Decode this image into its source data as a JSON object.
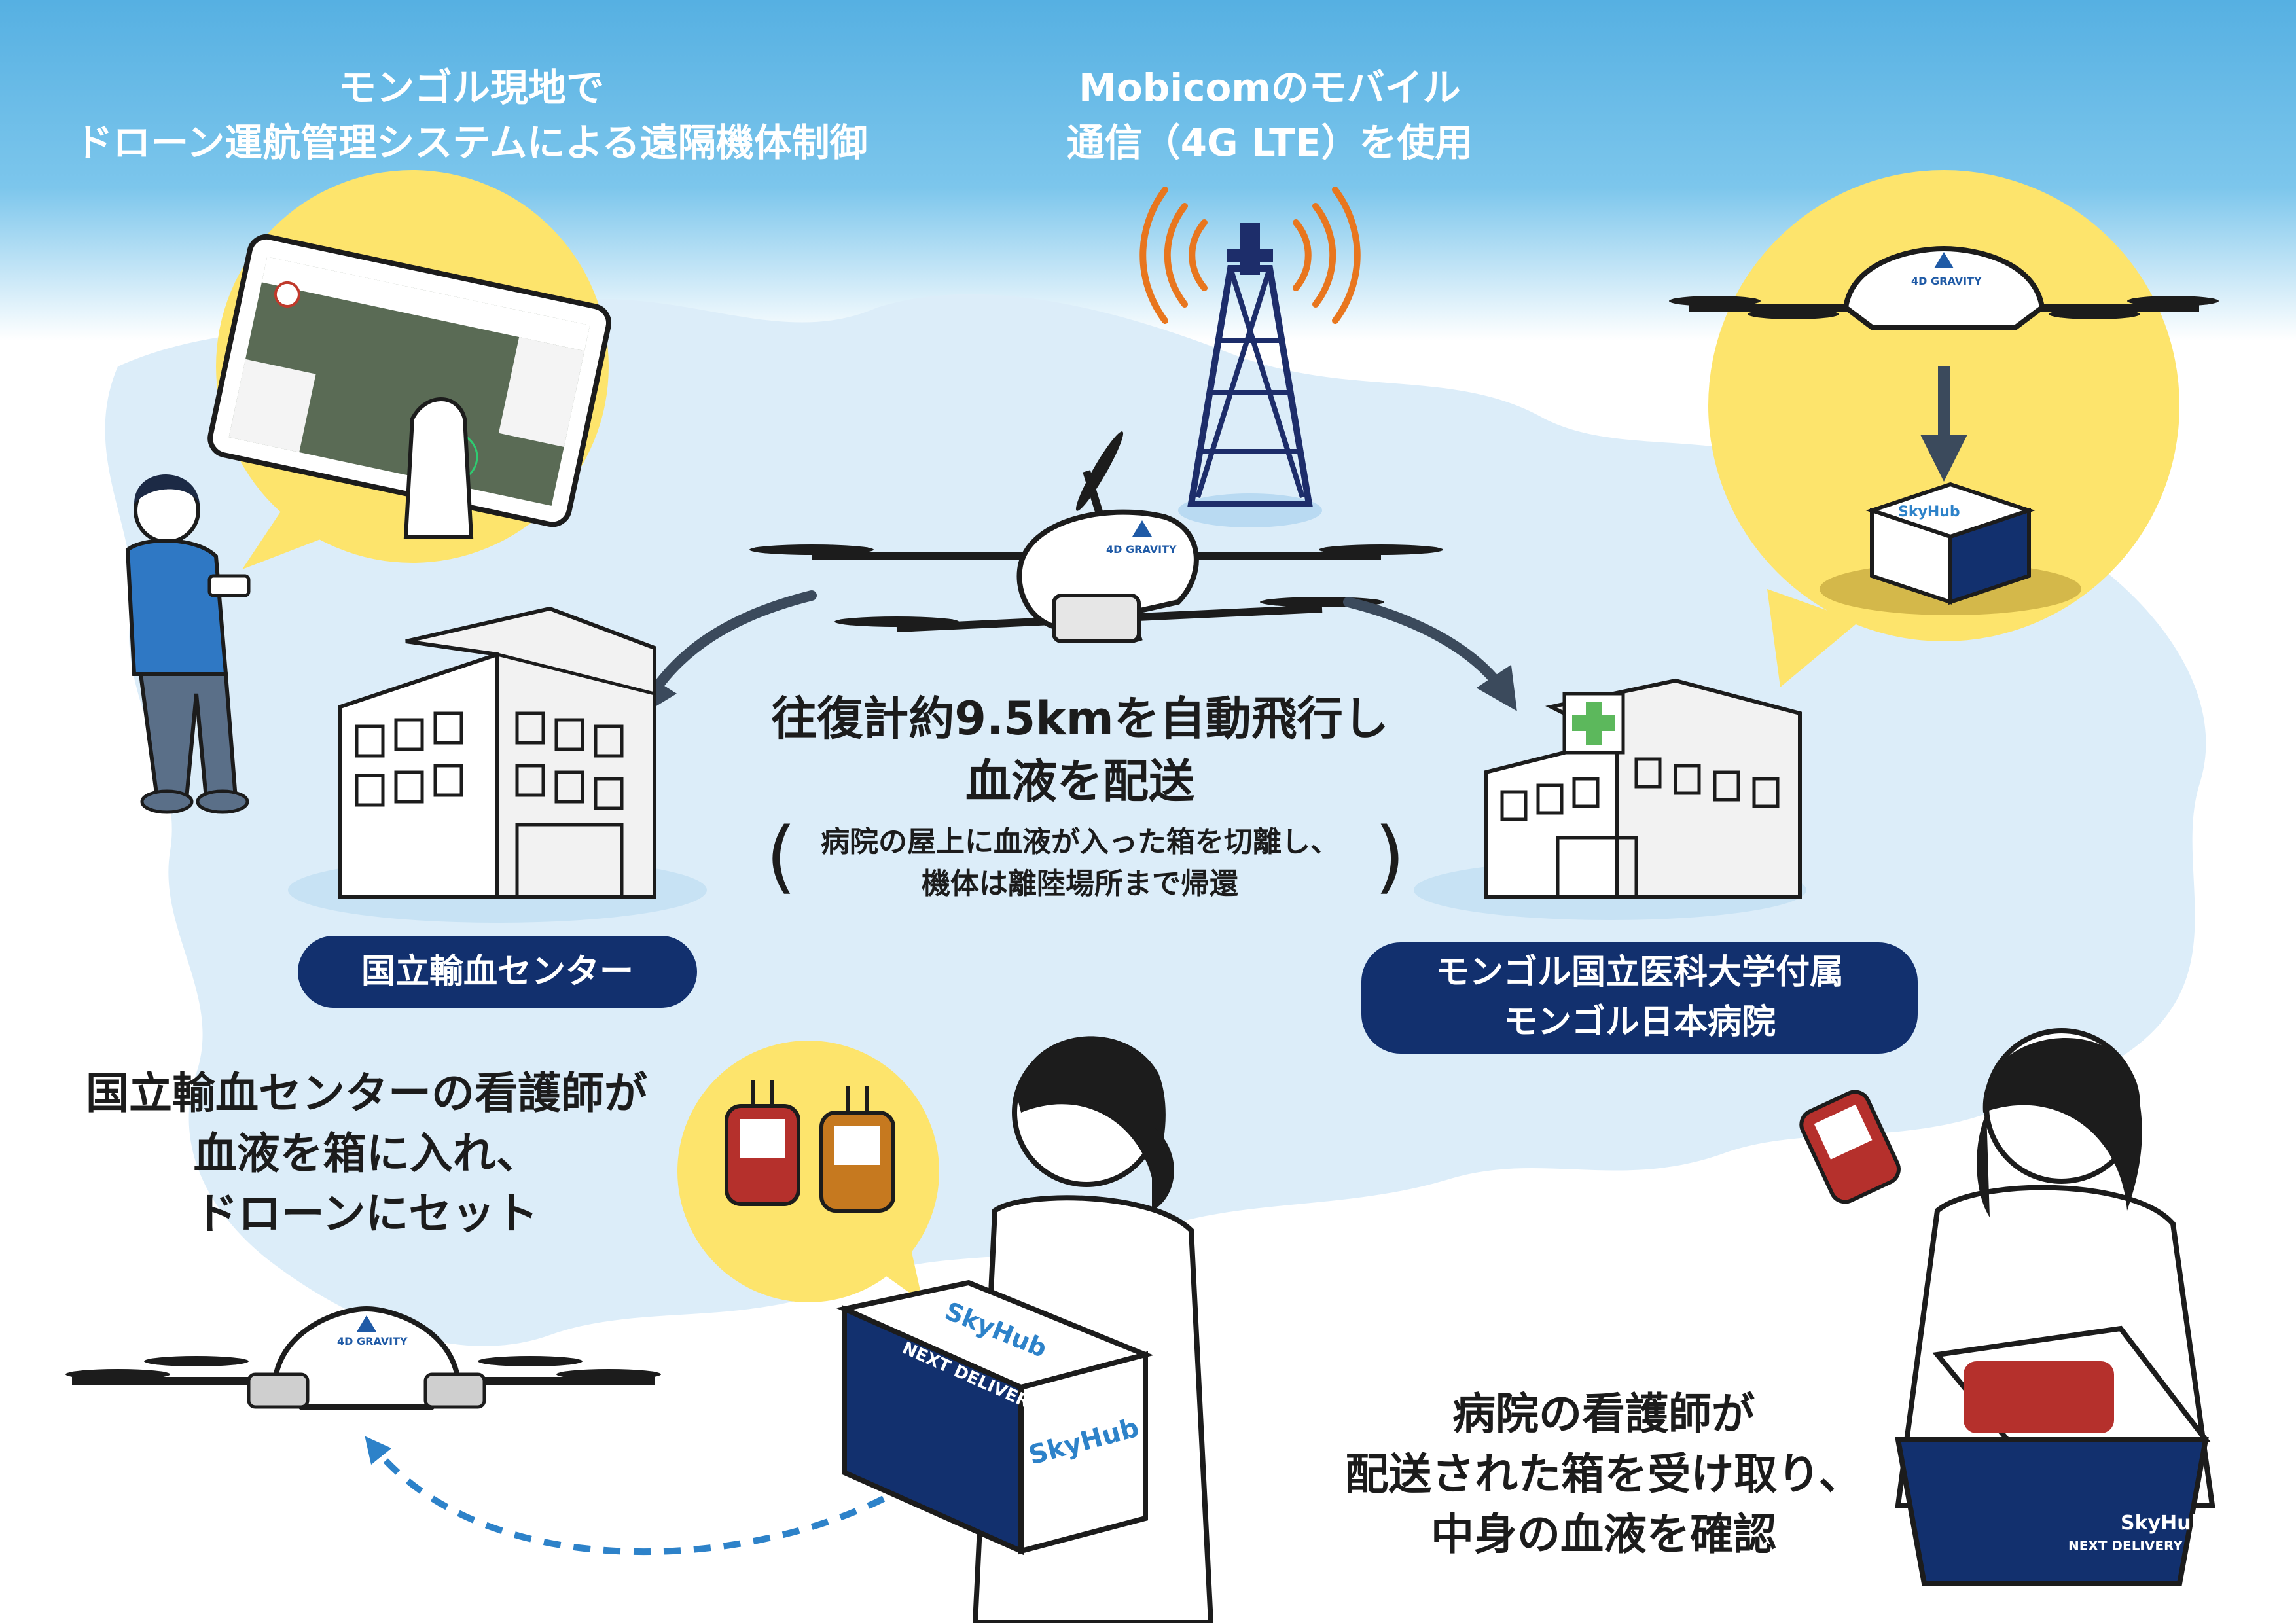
{
  "top_left_caption": {
    "line1": "モンゴル現地で",
    "line2": "ドローン運航管理システムによる遠隔機体制御"
  },
  "top_center_caption": {
    "line1": "Mobicomのモバイル",
    "line2": "通信（4G LTE）を使用"
  },
  "flight_caption": {
    "line1": "往復計約9.5kmを自動飛行し",
    "line2": "血液を配送"
  },
  "flight_note": {
    "line1": "病院の屋上に血液が入った箱を切離し、",
    "line2": "機体は離陸場所まで帰還"
  },
  "left_facility": {
    "label": "国立輸血センター"
  },
  "right_facility": {
    "line1": "モンゴル国立医科大学付属",
    "line2": "モンゴル日本病院"
  },
  "left_nurse_caption": {
    "line1": "国立輸血センターの看護師が",
    "line2": "血液を箱に入れ、",
    "line3": "ドローンにセット"
  },
  "right_nurse_caption": {
    "line1": "病院の看護師が",
    "line2": "配送された箱を受け取り、",
    "line3": "中身の血液を確認"
  },
  "drone_brand": "4D GRAVITY",
  "box_brand": {
    "logo": "SkyHub",
    "tagline": "NEXT DELIVERY"
  },
  "colors": {
    "sky": "#5ab4e3",
    "map": "#dcedf9",
    "callout": "#fde46c",
    "pill": "#12306e",
    "arrow": "#3b4a5c",
    "signal": "#e8761e",
    "tower": "#1d2d6a",
    "dashed_return": "#2d82c9",
    "blood_red": "#b5302c",
    "blood_orange": "#c6791f",
    "hospital_cross": "#5cb85c"
  }
}
